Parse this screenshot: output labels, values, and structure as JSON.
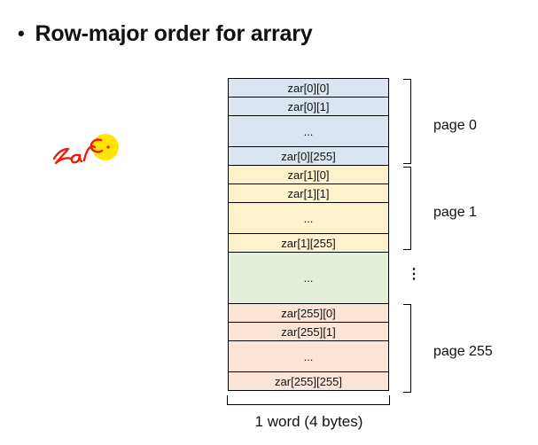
{
  "title": {
    "bullet": "•",
    "text": "Row-major order for arrary"
  },
  "annotation": {
    "text": "Zar c."
  },
  "colors": {
    "page0_fill": "#dbe5f1",
    "page1_fill": "#fef2cc",
    "gap_fill": "#e3efd9",
    "page255_fill": "#fce5d6",
    "line": "#000000",
    "ink_red": "#ed1c0a",
    "highlight_yellow": "#ffe408"
  },
  "diagram": {
    "rows": [
      {
        "label": "zar[0][0]",
        "fill": "page0_fill",
        "size": "normal"
      },
      {
        "label": "zar[0][1]",
        "fill": "page0_fill",
        "size": "normal"
      },
      {
        "label": "...",
        "fill": "page0_fill",
        "size": "tall"
      },
      {
        "label": "zar[0][255]",
        "fill": "page0_fill",
        "size": "normal"
      },
      {
        "label": "zar[1][0]",
        "fill": "page1_fill",
        "size": "normal"
      },
      {
        "label": "zar[1][1]",
        "fill": "page1_fill",
        "size": "normal"
      },
      {
        "label": "...",
        "fill": "page1_fill",
        "size": "tall"
      },
      {
        "label": "zar[1][255]",
        "fill": "page1_fill",
        "size": "normal"
      },
      {
        "label": "...",
        "fill": "gap_fill",
        "size": "xtall"
      },
      {
        "label": "zar[255][0]",
        "fill": "page255_fill",
        "size": "normal"
      },
      {
        "label": "zar[255][1]",
        "fill": "page255_fill",
        "size": "normal"
      },
      {
        "label": "...",
        "fill": "page255_fill",
        "size": "tall"
      },
      {
        "label": "zar[255][255]",
        "fill": "page255_fill",
        "size": "normal"
      }
    ],
    "page_labels": {
      "page0": "page 0",
      "page1": "page 1",
      "page255": "page 255"
    },
    "vertical_ellipsis": "⋮",
    "width_label": "1 word (4 bytes)"
  }
}
